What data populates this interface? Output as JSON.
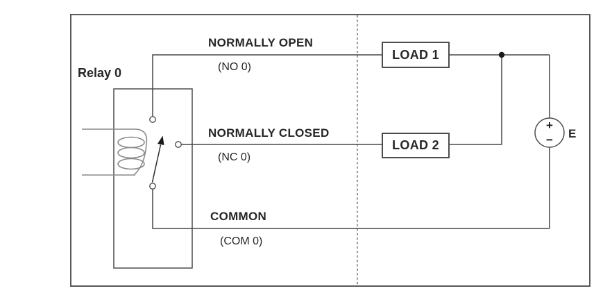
{
  "diagram": {
    "relay": {
      "title": "Relay 0"
    },
    "contacts": {
      "no": {
        "label": "NORMALLY OPEN",
        "code": "(NO 0)"
      },
      "nc": {
        "label": "NORMALLY CLOSED",
        "code": "(NC 0)"
      },
      "com": {
        "label": "COMMON",
        "code": "(COM 0)"
      }
    },
    "loads": {
      "load1": "LOAD 1",
      "load2": "LOAD 2"
    },
    "source": {
      "label": "E",
      "plus": "+",
      "minus": "−"
    },
    "colors": {
      "background": "#ffffff",
      "wire": "#474747",
      "coil": "#8a8a8a",
      "outer_border": "#595959",
      "dashed_separator": "#7a7a7a",
      "text": "#262626"
    }
  }
}
